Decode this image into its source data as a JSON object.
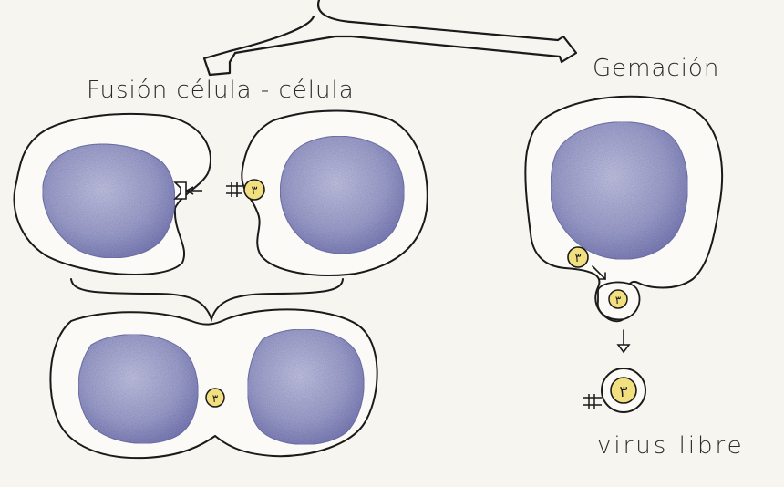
{
  "labels": {
    "fusion": "Fusión célula - célula",
    "gemacion": "Gemación",
    "virus_libre": "virus libre"
  },
  "colors": {
    "nucleus": "#9ea0c8",
    "nucleus_dark": "#6e70a8",
    "virus_fill": "#f2df80",
    "outline": "#1a1a1a",
    "background": "#f7f5f0"
  },
  "virus_glyph": "٣"
}
